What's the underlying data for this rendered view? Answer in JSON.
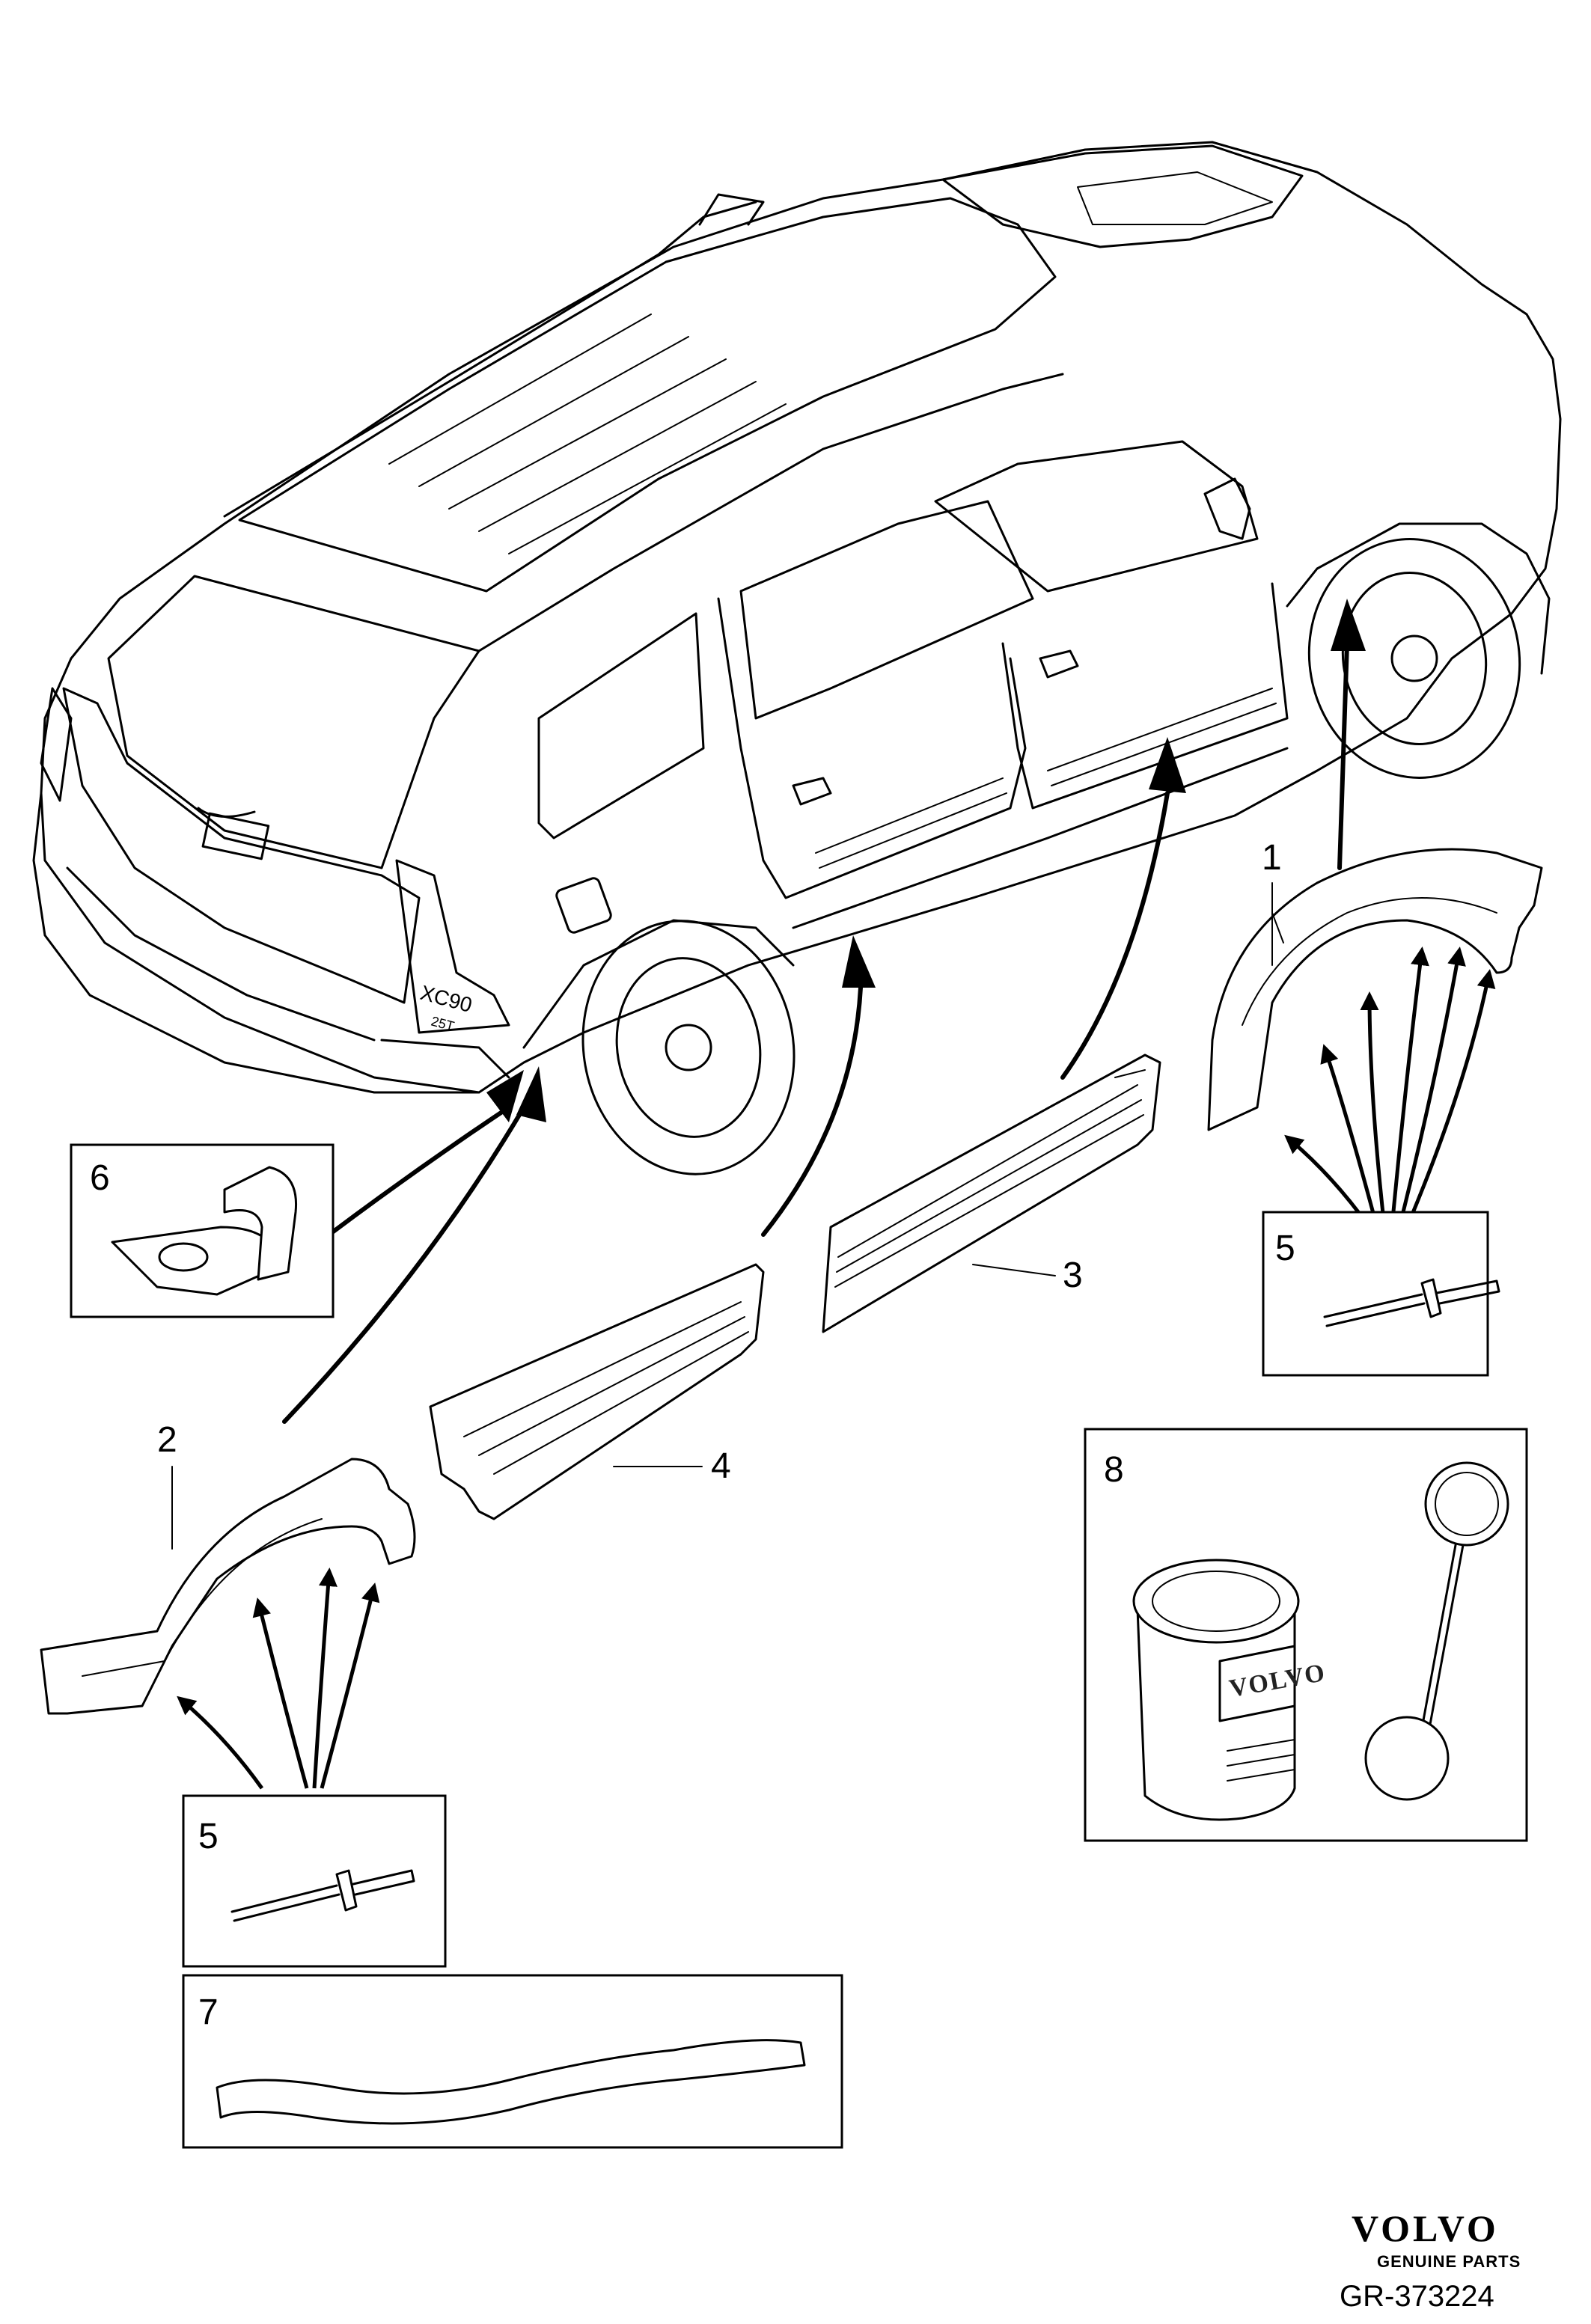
{
  "callouts": {
    "part_1": "1",
    "part_2": "2",
    "part_3": "3",
    "part_4": "4",
    "part_5_right": "5",
    "part_5_left": "5",
    "part_6": "6",
    "part_7": "7",
    "part_8": "8"
  },
  "vehicle_badges": {
    "model": "XC90",
    "engine": "25T"
  },
  "can_label": "VOLVO",
  "footer": {
    "brand": "VOLVO",
    "tagline": "GENUINE PARTS",
    "drawing_number": "GR-373224"
  }
}
